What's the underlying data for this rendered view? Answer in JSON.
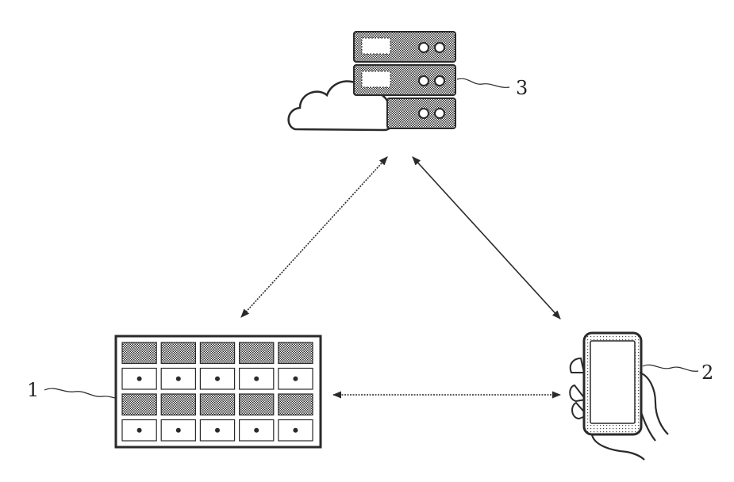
{
  "diagram": {
    "nodes": [
      {
        "id": "cloud-server",
        "ref": "3",
        "icon": "cloud-server-icon"
      },
      {
        "id": "keyboard-panel",
        "ref": "1",
        "icon": "keyboard-panel-icon"
      },
      {
        "id": "mobile-phone",
        "ref": "2",
        "icon": "hand-phone-icon"
      }
    ],
    "edges": [
      {
        "from": "cloud-server",
        "to": "keyboard-panel",
        "direction": "bidirectional"
      },
      {
        "from": "cloud-server",
        "to": "mobile-phone",
        "direction": "bidirectional"
      },
      {
        "from": "keyboard-panel",
        "to": "mobile-phone",
        "direction": "bidirectional"
      }
    ],
    "colors": {
      "line": "#2a2a2a",
      "background": "#ffffff"
    }
  }
}
